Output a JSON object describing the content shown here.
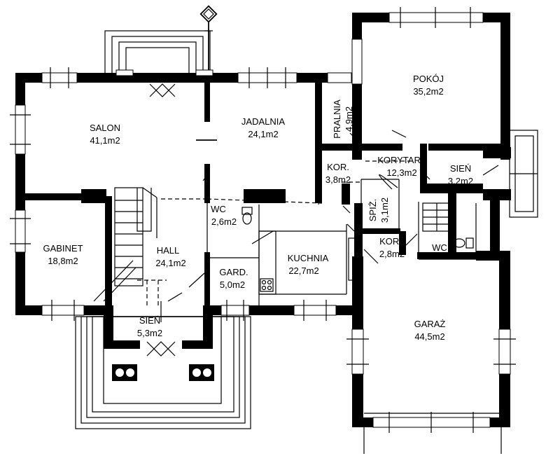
{
  "rooms": {
    "salon": {
      "name": "SALON",
      "area": "41,1m2"
    },
    "jadalnia": {
      "name": "JADALNIA",
      "area": "24,1m2"
    },
    "pralnia": {
      "name": "PRALNIA",
      "area": "4,9m2"
    },
    "pokoj": {
      "name": "POKÓJ",
      "area": "35,2m2"
    },
    "korytarz": {
      "name": "KORYTARZ",
      "area": "12,3m2"
    },
    "kor1": {
      "name": "KOR.",
      "area": "3,8m2"
    },
    "sien1": {
      "name": "SIEŃ",
      "area": "3,2m2"
    },
    "wc1": {
      "name": "WC",
      "area": "2,6m2"
    },
    "spiz": {
      "name": "SPIŻ.",
      "area": "3,1m2"
    },
    "gabinet": {
      "name": "GABINET",
      "area": "18,8m2"
    },
    "hall": {
      "name": "HALL",
      "area": "24,1m2"
    },
    "kuchnia": {
      "name": "KUCHNIA",
      "area": "22,7m2"
    },
    "kor2": {
      "name": "KOR.",
      "area": "2,8m2"
    },
    "wc2": {
      "name": "WC",
      "area": ""
    },
    "gard": {
      "name": "GARD.",
      "area": "5,0m2"
    },
    "sien2": {
      "name": "SIEŃ",
      "area": "5,3m2"
    },
    "garaz": {
      "name": "GARAŻ",
      "area": "44,5m2"
    }
  }
}
